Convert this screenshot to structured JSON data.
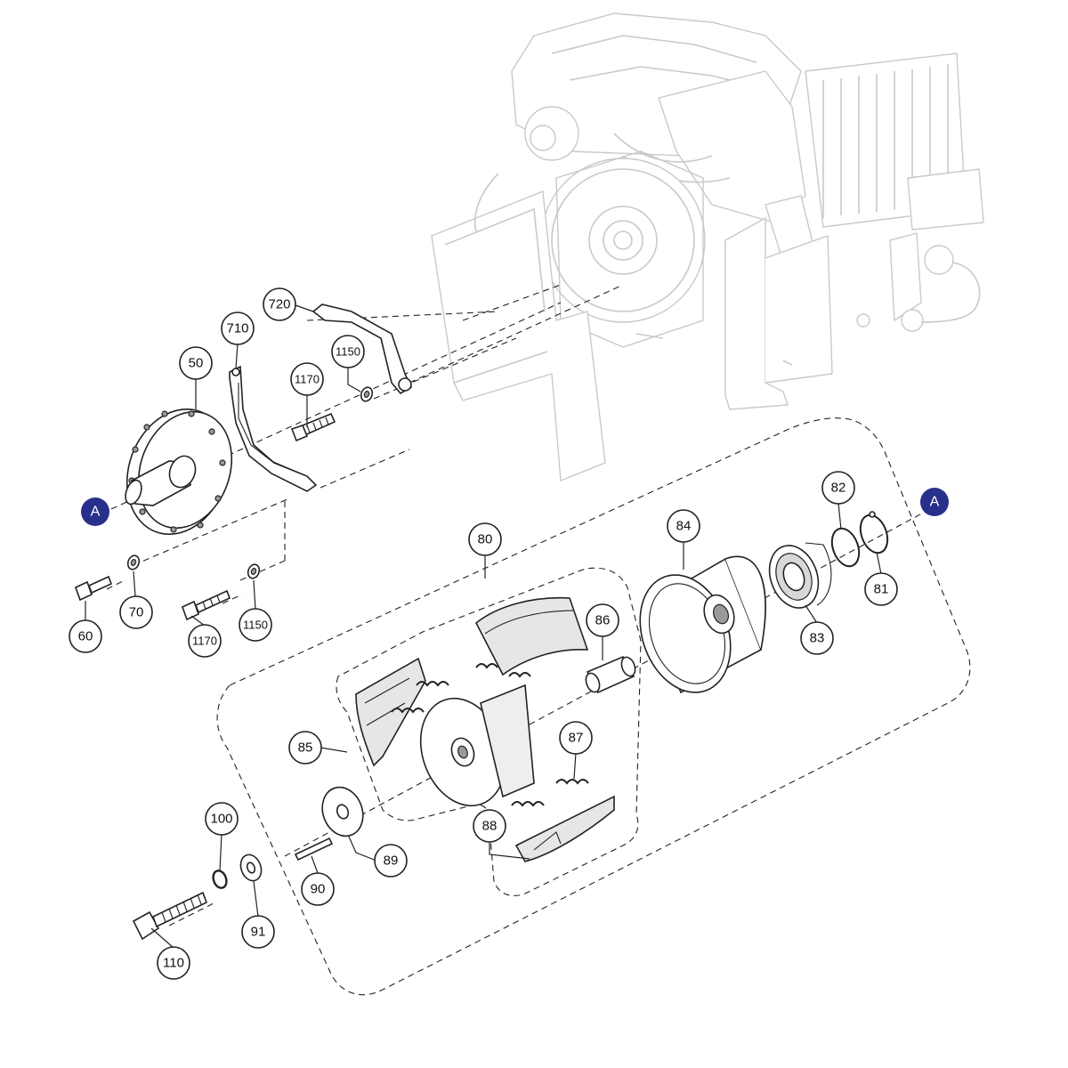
{
  "callouts": [
    {
      "id": "720",
      "label": "720"
    },
    {
      "id": "710",
      "label": "710"
    },
    {
      "id": "50",
      "label": "50"
    },
    {
      "id": "1150a",
      "label": "1150"
    },
    {
      "id": "1170a",
      "label": "1170"
    },
    {
      "id": "80",
      "label": "80"
    },
    {
      "id": "84",
      "label": "84"
    },
    {
      "id": "82",
      "label": "82"
    },
    {
      "id": "81",
      "label": "81"
    },
    {
      "id": "83",
      "label": "83"
    },
    {
      "id": "86",
      "label": "86"
    },
    {
      "id": "85",
      "label": "85"
    },
    {
      "id": "87",
      "label": "87"
    },
    {
      "id": "88",
      "label": "88"
    },
    {
      "id": "89",
      "label": "89"
    },
    {
      "id": "90",
      "label": "90"
    },
    {
      "id": "91",
      "label": "91"
    },
    {
      "id": "100",
      "label": "100"
    },
    {
      "id": "110",
      "label": "110"
    },
    {
      "id": "60",
      "label": "60"
    },
    {
      "id": "70",
      "label": "70"
    },
    {
      "id": "1170b",
      "label": "1170"
    },
    {
      "id": "1150b",
      "label": "1150"
    }
  ],
  "markers": [
    {
      "id": "left",
      "label": "A"
    },
    {
      "id": "right",
      "label": "A"
    }
  ],
  "colors": {
    "marker": "#27318b",
    "line": "#222222",
    "background_engine": "#c9c9c9"
  }
}
